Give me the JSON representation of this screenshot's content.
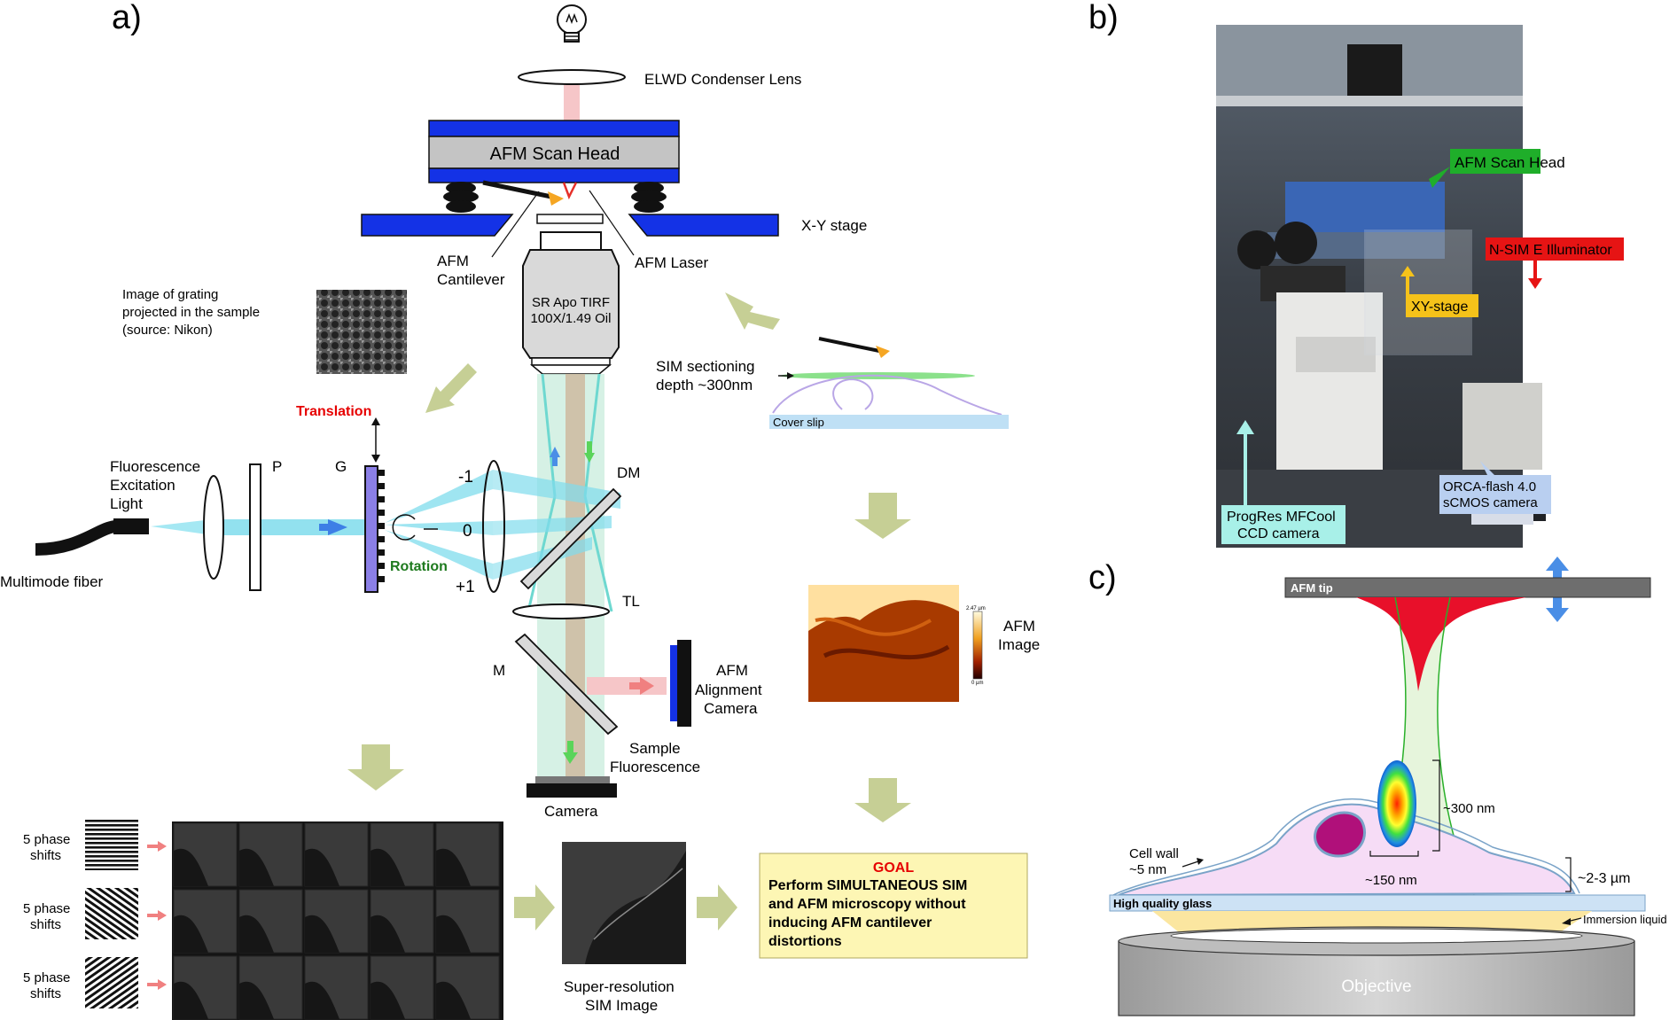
{
  "panels": {
    "a": "a)",
    "b": "b)",
    "c": "c)"
  },
  "a": {
    "condenser": "ELWD Condenser Lens",
    "scan_head": "AFM Scan Head",
    "xy_stage": "X-Y stage",
    "cantilever": [
      "AFM",
      "Cantilever"
    ],
    "laser": "AFM Laser",
    "objective": [
      "SR Apo TIRF",
      "100X/1.49 Oil"
    ],
    "grating_caption": [
      "Image of grating",
      "projected in the sample",
      " (source: Nikon)"
    ],
    "translation": "Translation",
    "rotation": "Rotation",
    "excitation": [
      "Fluorescence",
      "Excitation",
      "Light"
    ],
    "fiber": "Multimode fiber",
    "p": "P",
    "g": "G",
    "orders": {
      "minus": "-1",
      "zero": "0",
      "plus": "+1"
    },
    "dm": "DM",
    "tl": "TL",
    "m": "M",
    "alignment_camera": [
      "AFM",
      "Alignment",
      "Camera"
    ],
    "sample_fluorescence": [
      "Sample",
      "Fluorescence"
    ],
    "camera": "Camera",
    "sim_sectioning": [
      "SIM sectioning",
      "depth ~300nm"
    ],
    "cover_slip": "Cover slip",
    "afm_image": [
      "AFM",
      "Image"
    ],
    "afm_scale": {
      "top": "2.47 µm",
      "bottom": "0 µm"
    },
    "phase_shifts": [
      [
        "5 phase",
        "shifts"
      ],
      [
        "5 phase",
        "shifts"
      ],
      [
        "5 phase",
        "shifts"
      ]
    ],
    "sr_caption": [
      "Super-resolution",
      "SIM Image"
    ],
    "goal_title": "GOAL",
    "goal_text": [
      "Perform SIMULTANEOUS SIM",
      "and AFM microscopy without",
      "inducing AFM cantilever",
      " distortions"
    ]
  },
  "b": {
    "labels": {
      "scan_head": "AFM Scan Head",
      "illuminator": "N-SIM E Illuminator",
      "xy": "XY-stage",
      "progres": [
        "ProgRes MFCool",
        "CCD camera"
      ],
      "orca": [
        "ORCA-flash 4.0",
        "sCMOS camera"
      ]
    },
    "label_colors": {
      "scan_head": "#1fae2a",
      "illuminator": "#e61414",
      "xy": "#f5c21a",
      "progres": "#a8f0e8",
      "orca": "#b9cff0"
    }
  },
  "c": {
    "afm_tip": "AFM tip",
    "d300": "~300 nm",
    "d150": "~150 nm",
    "cell_wall": [
      "Cell wall",
      "~5 nm"
    ],
    "d23": "~2-3 µm",
    "glass": "High quality glass",
    "immersion": "Immersion liquid",
    "objective": "Objective"
  },
  "colors": {
    "stage_blue": "#1432e6",
    "arrow_olive": "#c6cf95",
    "beam_cyan": "#7fdcec",
    "tip_red": "#e8102a",
    "goal_red": "#e60000",
    "goal_bg": "#fdf6b4"
  }
}
